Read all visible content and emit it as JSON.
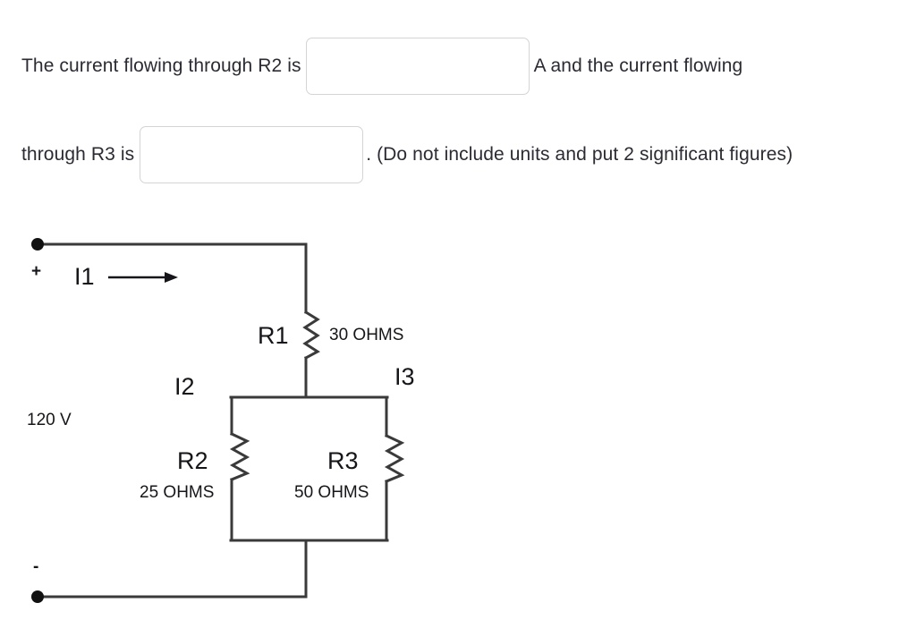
{
  "question": {
    "line1": {
      "before_input": "The current flowing through R2 is",
      "after_input": "A and the current flowing"
    },
    "line2": {
      "before_input": "through R3 is",
      "after_input": ". (Do not include units and put 2 significant figures)"
    },
    "inputs": {
      "r2_current": {
        "value": "",
        "placeholder": ""
      },
      "r3_current": {
        "value": "",
        "placeholder": ""
      }
    }
  },
  "circuit": {
    "source": {
      "voltage_label": "120 V",
      "plus_terminal": "+",
      "minus_terminal": "-"
    },
    "currents": {
      "i1": "I1",
      "i2": "I2",
      "i3": "I3"
    },
    "resistors": [
      {
        "name": "R1",
        "value": "30 OHMS"
      },
      {
        "name": "R2",
        "value": "25 OHMS"
      },
      {
        "name": "R3",
        "value": "50 OHMS"
      }
    ],
    "colors": {
      "wire": "#3a3a3a",
      "text": "#16161a",
      "question_text": "#2b2b33",
      "input_border": "#d4d4d4",
      "background": "#ffffff"
    }
  }
}
